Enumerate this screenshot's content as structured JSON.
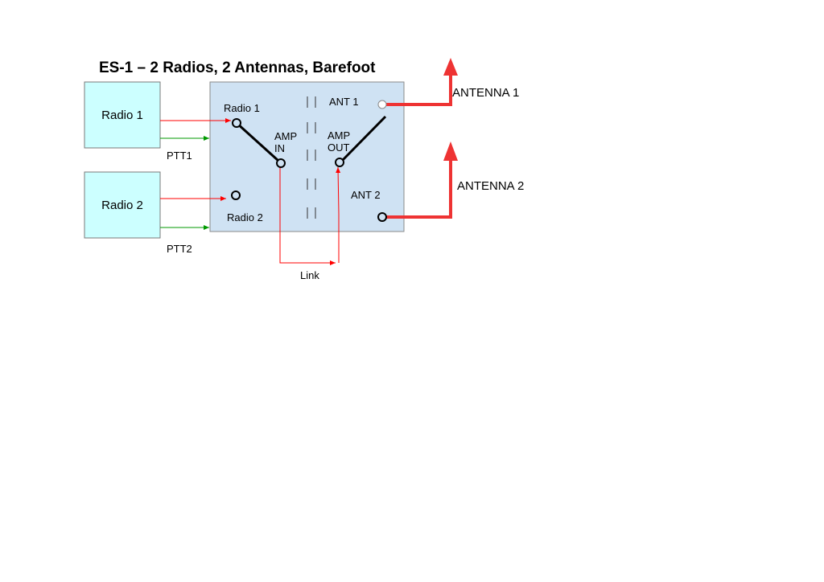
{
  "title": "ES-1 – 2 Radios, 2 Antennas, Barefoot",
  "radios": [
    {
      "label": "Radio 1",
      "ptt_label": "PTT1"
    },
    {
      "label": "Radio 2",
      "ptt_label": "PTT2"
    }
  ],
  "switch_box": {
    "port_radio1": "Radio 1",
    "port_radio2": "Radio 2",
    "amp_in_line1": "AMP",
    "amp_in_line2": "IN",
    "amp_out_line1": "AMP",
    "amp_out_line2": "OUT",
    "port_ant1": "ANT 1",
    "port_ant2": "ANT 2"
  },
  "link_label": "Link",
  "antennas": [
    {
      "label": "ANTENNA 1"
    },
    {
      "label": "ANTENNA 2"
    }
  ],
  "colors": {
    "radio_box_fill": "#ccffff",
    "switch_box_fill": "#cfe2f3",
    "rf_line": "#ff0000",
    "antenna_feed": "#ee3333",
    "ptt_line": "#009900"
  }
}
